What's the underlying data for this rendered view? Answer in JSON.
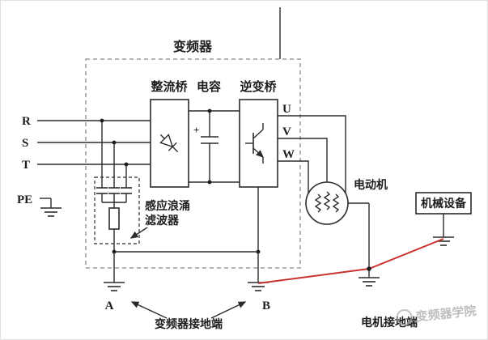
{
  "diagram": {
    "title": "变频器",
    "sections": {
      "rectifier": "整流桥",
      "capacitor": "电容",
      "inverter": "逆变桥"
    },
    "inputs": {
      "r": "R",
      "s": "S",
      "t": "T",
      "pe": "PE"
    },
    "outputs": {
      "u": "U",
      "v": "V",
      "w": "W"
    },
    "capacitor_plus": "+",
    "filter": {
      "line1": "感应浪涌",
      "line2": "滤波器"
    },
    "motor_label": "电动机",
    "machine_label": "机械设备",
    "points": {
      "a": "A",
      "b": "B"
    },
    "ground_labels": {
      "converter": "变频器接地端",
      "motor": "电机接地端"
    },
    "watermark": "变频器学院",
    "colors": {
      "line": "#2b2b2b",
      "bond": "#c8332e",
      "watermark": "#a9a9a9"
    }
  }
}
